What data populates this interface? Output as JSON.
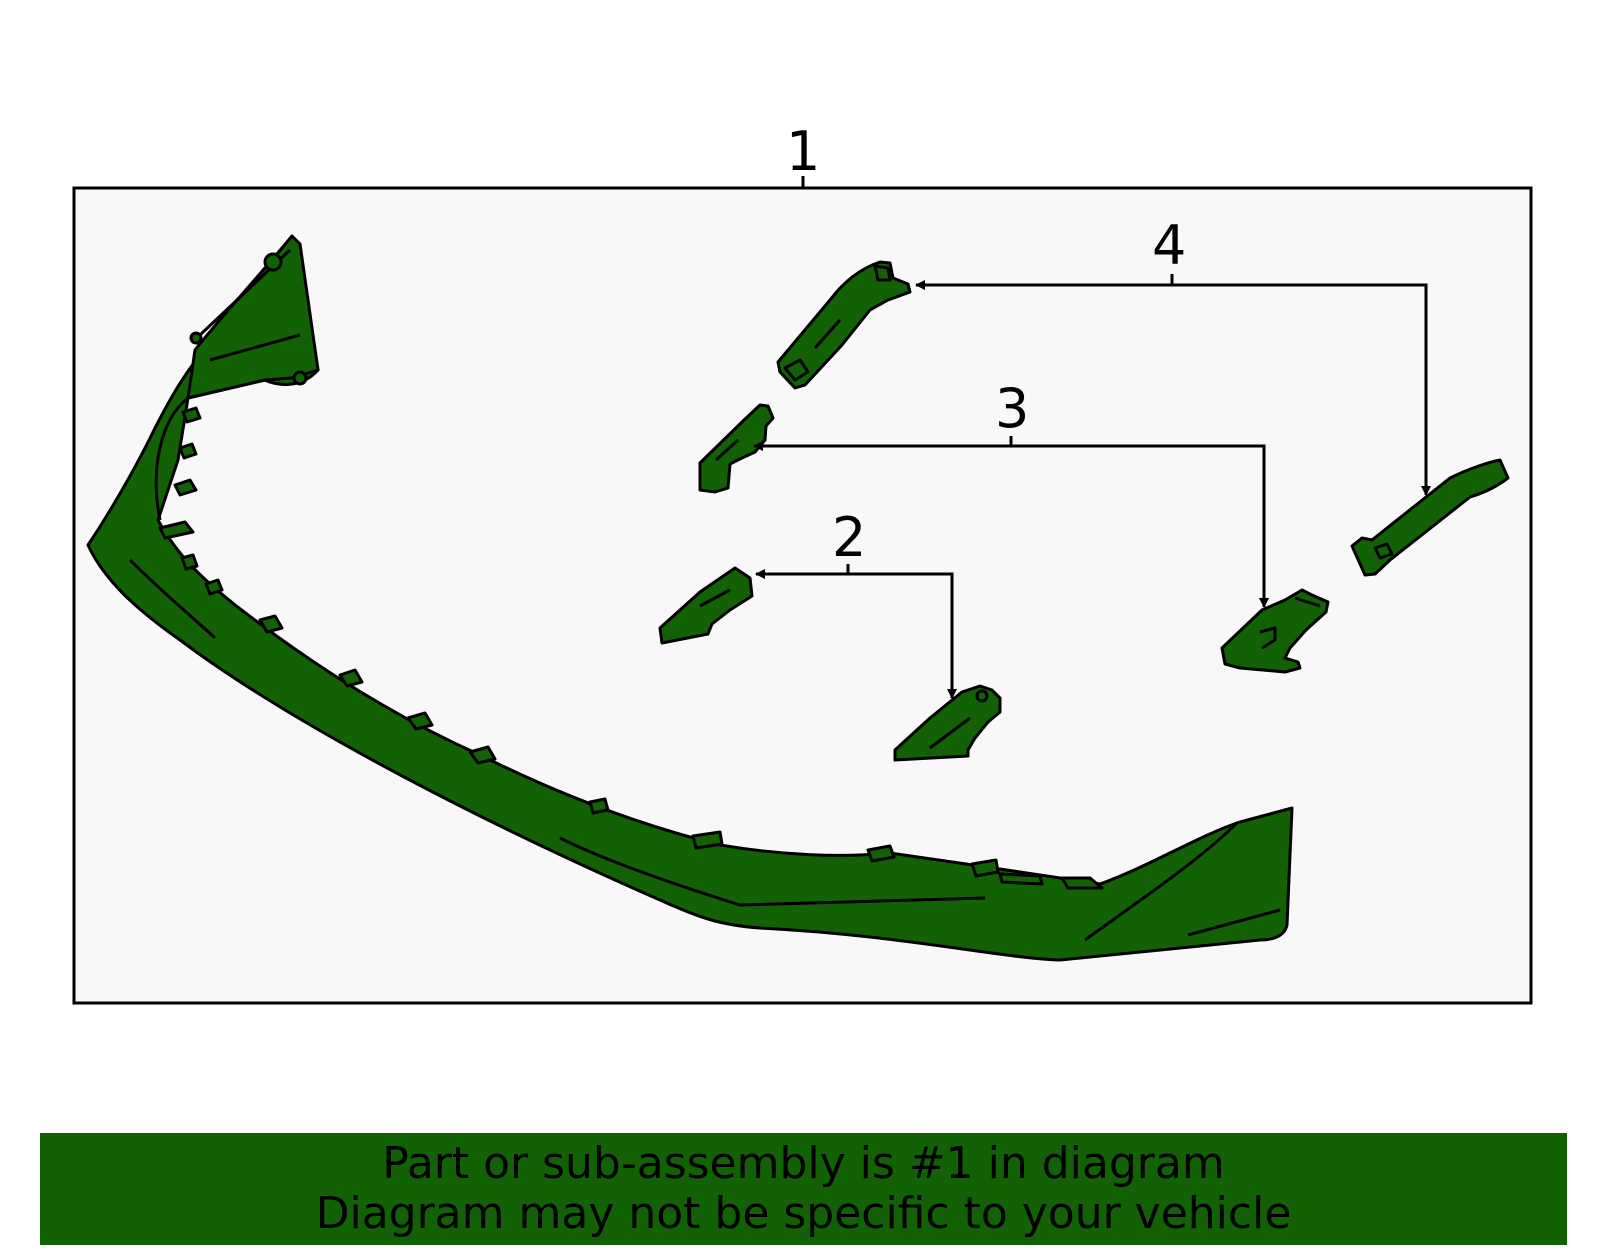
{
  "callouts": {
    "one": "1",
    "two": "2",
    "three": "3",
    "four": "4"
  },
  "banner": {
    "line1": "Part or sub-assembly is #1 in diagram",
    "line2": "Diagram may not be specific to your vehicle"
  },
  "colors": {
    "part_fill": "#126205",
    "frame_bg": "#f8f8f8",
    "banner_bg": "#126205",
    "ink": "#000000"
  }
}
